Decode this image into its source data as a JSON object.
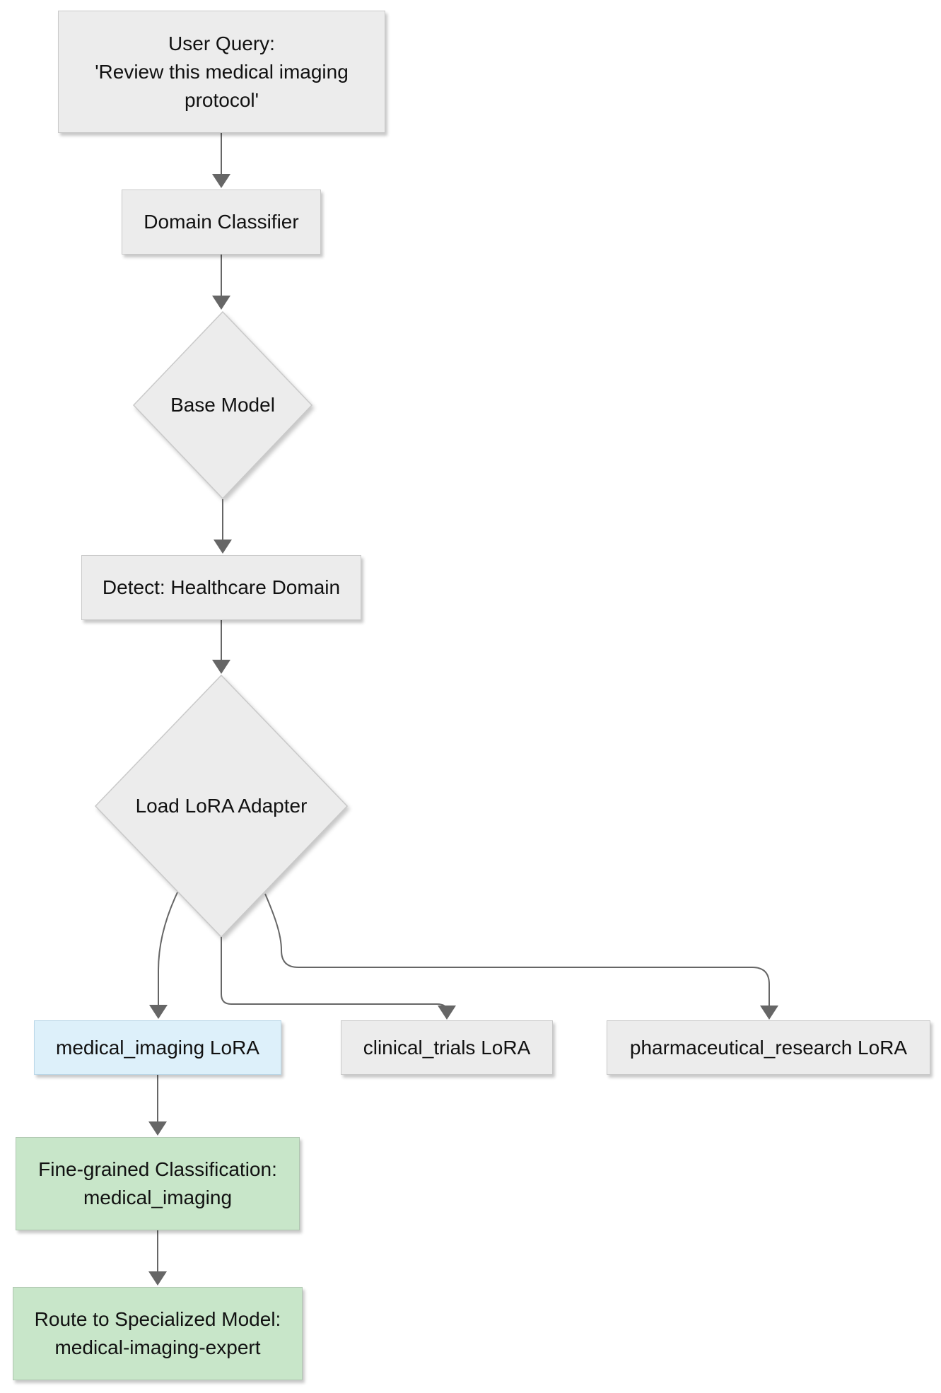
{
  "diagram": {
    "type": "flowchart",
    "direction": "top-down",
    "nodes": {
      "user_query": {
        "shape": "rect",
        "variant": "default",
        "lines": [
          "User Query:",
          "'Review this medical imaging",
          "protocol'"
        ]
      },
      "domain_classifier": {
        "shape": "rect",
        "variant": "default",
        "label": "Domain Classifier"
      },
      "base_model": {
        "shape": "diamond",
        "variant": "default",
        "label": "Base Model"
      },
      "detect_domain": {
        "shape": "rect",
        "variant": "default",
        "label": "Detect: Healthcare Domain"
      },
      "load_lora": {
        "shape": "diamond",
        "variant": "default",
        "label": "Load LoRA Adapter"
      },
      "medical_imaging_lora": {
        "shape": "rect",
        "variant": "highlight-blue",
        "label": "medical_imaging LoRA"
      },
      "clinical_trials_lora": {
        "shape": "rect",
        "variant": "default",
        "label": "clinical_trials LoRA"
      },
      "pharmaceutical_research_lora": {
        "shape": "rect",
        "variant": "default",
        "label": "pharmaceutical_research LoRA"
      },
      "fine_grained_classification": {
        "shape": "rect",
        "variant": "highlight-green",
        "lines": [
          "Fine-grained Classification:",
          "medical_imaging"
        ]
      },
      "route_to_specialized_model": {
        "shape": "rect",
        "variant": "highlight-green",
        "lines": [
          "Route to Specialized Model:",
          "medical-imaging-expert"
        ]
      }
    },
    "edges": [
      {
        "from": "user_query",
        "to": "domain_classifier"
      },
      {
        "from": "domain_classifier",
        "to": "base_model"
      },
      {
        "from": "base_model",
        "to": "detect_domain"
      },
      {
        "from": "detect_domain",
        "to": "load_lora"
      },
      {
        "from": "load_lora",
        "to": "medical_imaging_lora"
      },
      {
        "from": "load_lora",
        "to": "clinical_trials_lora"
      },
      {
        "from": "load_lora",
        "to": "pharmaceutical_research_lora"
      },
      {
        "from": "medical_imaging_lora",
        "to": "fine_grained_classification"
      },
      {
        "from": "fine_grained_classification",
        "to": "route_to_specialized_model"
      }
    ],
    "colors": {
      "background": "#ffffff",
      "node_fill": "#ececec",
      "node_border": "#c9c9c9",
      "highlight_blue_fill": "#ddf0fa",
      "highlight_blue_border": "#b9d7e8",
      "highlight_green_fill": "#c8e6c9",
      "highlight_green_border": "#b0c7b1",
      "edge": "#666666",
      "text": "#111111"
    }
  }
}
